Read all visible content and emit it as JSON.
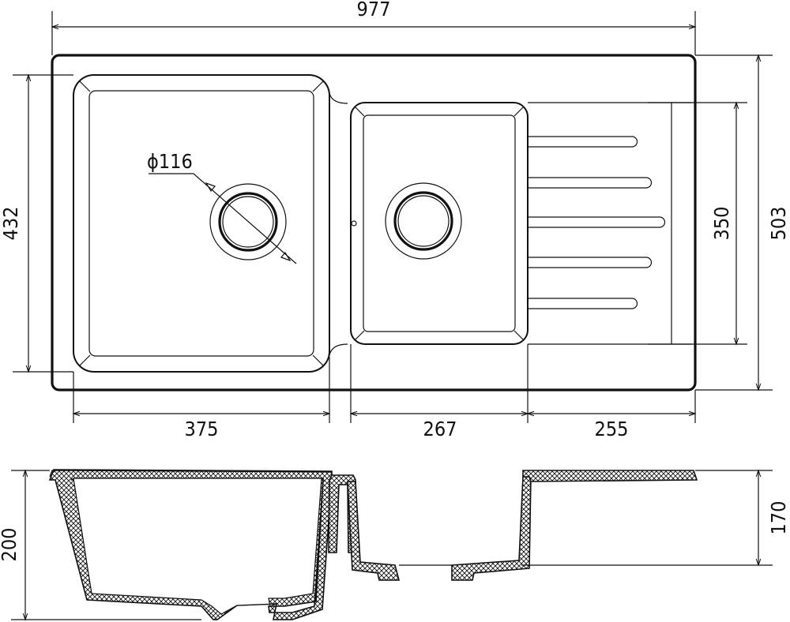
{
  "dimensions": {
    "total_width": "977",
    "left_bowl_width": "375",
    "right_bowl_width": "267",
    "drainboard_width": "255",
    "outer_depth": "503",
    "left_bowl_depth": "432",
    "right_bowl_depth": "350",
    "drain_diameter": "ϕ116",
    "left_bowl_height": "200",
    "right_bowl_height": "170"
  }
}
